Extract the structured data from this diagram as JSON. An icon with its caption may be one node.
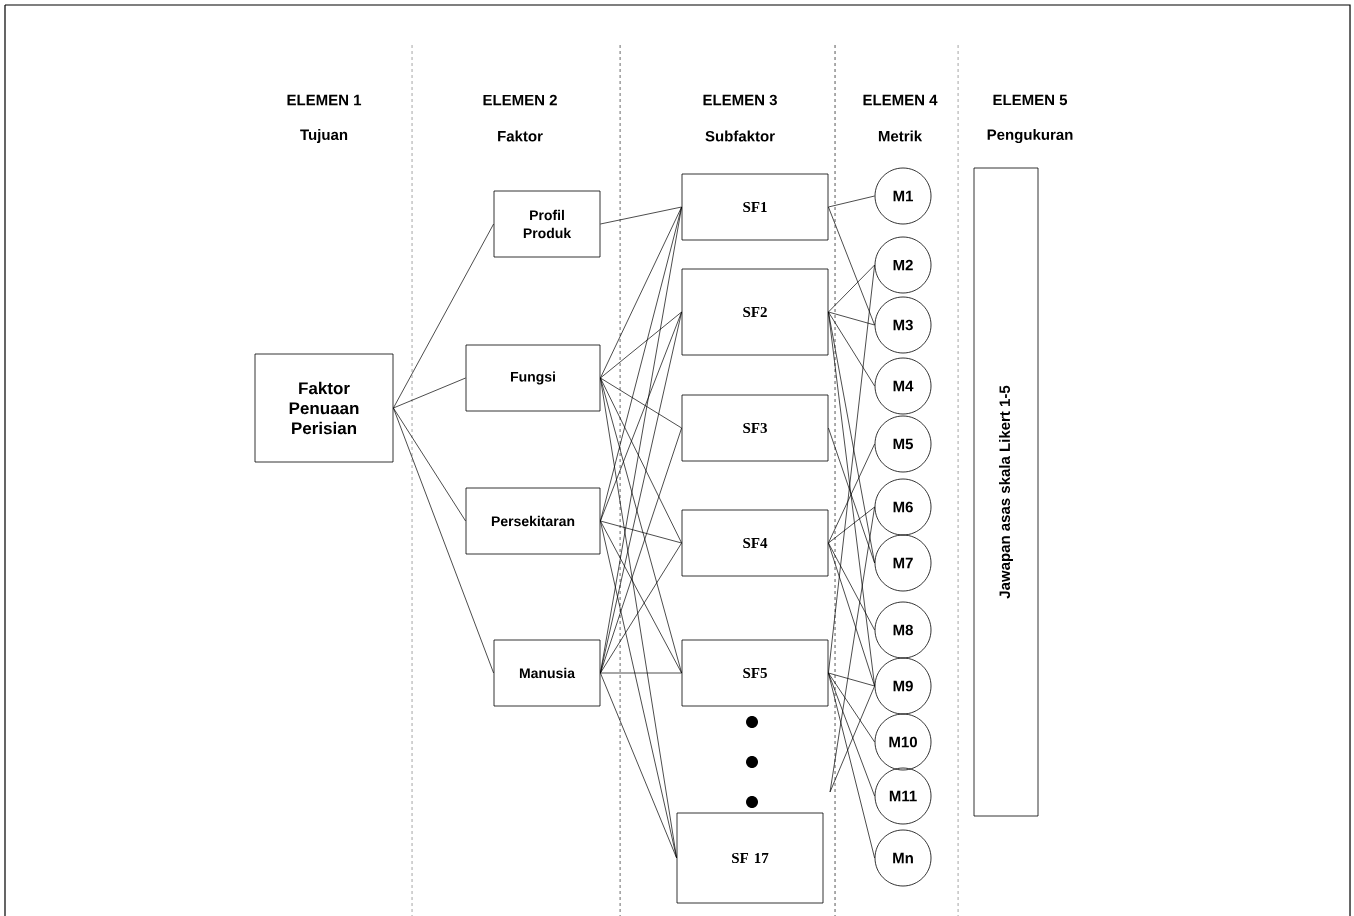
{
  "diagram": {
    "nodes": [
      {
        "text": [
          "Faktor Penuaan Perisian"
        ]
      },
      {
        "text": [
          "Profil Produk"
        ]
      },
      {
        "text": [
          "Fungsi"
        ]
      },
      {
        "text": [
          "Persekitaran"
        ]
      },
      {
        "text": [
          "Manusia"
        ]
      },
      {
        "text": [
          "SF1"
        ]
      },
      {
        "text": [
          "SF2"
        ]
      },
      {
        "text": [
          "SF3"
        ]
      },
      {
        "text": [
          "SF4"
        ]
      },
      {
        "text": [
          "SF5"
        ]
      },
      {
        "text": [
          "SF 17"
        ]
      },
      {
        "text": [
          "M1"
        ]
      },
      {
        "text": [
          "M2"
        ]
      },
      {
        "text": [
          "M3"
        ]
      },
      {
        "text": [
          "M4"
        ]
      },
      {
        "text": [
          "M5"
        ]
      },
      {
        "text": [
          "M6"
        ]
      },
      {
        "text": [
          "M7"
        ]
      },
      {
        "text": [
          "M8"
        ]
      },
      {
        "text": [
          "M9"
        ]
      },
      {
        "text": [
          "M10"
        ]
      },
      {
        "text": [
          "M11"
        ]
      },
      {
        "text": [
          "Mn"
        ]
      },
      {
        "text": [
          "Jawapan asas skala Likert 1-5"
        ]
      }
    ],
    "edges": [
      {
        "from": 0,
        "to": 1,
        "arrow": "none"
      },
      {
        "from": 0,
        "to": 2,
        "arrow": "none"
      },
      {
        "from": 0,
        "to": 3,
        "arrow": "none"
      },
      {
        "from": 0,
        "to": 4,
        "arrow": "none"
      },
      {
        "from": 1,
        "to": 5,
        "arrow": "none"
      },
      {
        "from": 2,
        "to": 5,
        "arrow": "none"
      },
      {
        "from": 2,
        "to": 6,
        "arrow": "none"
      },
      {
        "from": 2,
        "to": 7,
        "arrow": "none"
      },
      {
        "from": 2,
        "to": 8,
        "arrow": "none"
      },
      {
        "from": 2,
        "to": 9,
        "arrow": "none"
      },
      {
        "from": 2,
        "to": 10,
        "arrow": "none"
      },
      {
        "from": 3,
        "to": 5,
        "arrow": "none"
      },
      {
        "from": 3,
        "to": 6,
        "arrow": "none"
      },
      {
        "from": 3,
        "to": 8,
        "arrow": "none"
      },
      {
        "from": 3,
        "to": 9,
        "arrow": "none"
      },
      {
        "from": 3,
        "to": 10,
        "arrow": "none"
      },
      {
        "from": 4,
        "to": 5,
        "arrow": "none"
      },
      {
        "from": 4,
        "to": 6,
        "arrow": "none"
      },
      {
        "from": 4,
        "to": 7,
        "arrow": "none"
      },
      {
        "from": 4,
        "to": 8,
        "arrow": "none"
      },
      {
        "from": 4,
        "to": 9,
        "arrow": "none"
      },
      {
        "from": 4,
        "to": 10,
        "arrow": "none"
      },
      {
        "from": 5,
        "to": 11,
        "arrow": "none"
      },
      {
        "from": 5,
        "to": 13,
        "arrow": "none"
      },
      {
        "from": 6,
        "to": 12,
        "arrow": "none"
      },
      {
        "from": 6,
        "to": 13,
        "arrow": "none"
      },
      {
        "from": 6,
        "to": 14,
        "arrow": "none"
      },
      {
        "from": 6,
        "to": 17,
        "arrow": "none"
      },
      {
        "from": 6,
        "to": 19,
        "arrow": "none"
      },
      {
        "from": 7,
        "to": 17,
        "arrow": "none"
      },
      {
        "from": 8,
        "to": 15,
        "arrow": "none"
      },
      {
        "from": 8,
        "to": 16,
        "arrow": "none"
      },
      {
        "from": 8,
        "to": 18,
        "arrow": "none"
      },
      {
        "from": 8,
        "to": 19,
        "arrow": "none"
      },
      {
        "from": 9,
        "to": 12,
        "arrow": "none"
      },
      {
        "from": 9,
        "to": 19,
        "arrow": "none"
      },
      {
        "from": 9,
        "to": 20,
        "arrow": "none"
      },
      {
        "from": 9,
        "to": 21,
        "arrow": "none"
      },
      {
        "from": 9,
        "to": 22,
        "arrow": "none"
      },
      {
        "from": null,
        "to": 16,
        "arrow": "none"
      },
      {
        "from": null,
        "to": 19,
        "arrow": "none"
      }
    ],
    "labels": [
      "ELEMEN 1",
      "ELEMEN 2",
      "ELEMEN 3",
      "ELEMEN 4",
      "ELEMEN 5",
      "Tujuan",
      "Faktor",
      "Subfaktor",
      "Metrik",
      "Pengukuran"
    ]
  }
}
